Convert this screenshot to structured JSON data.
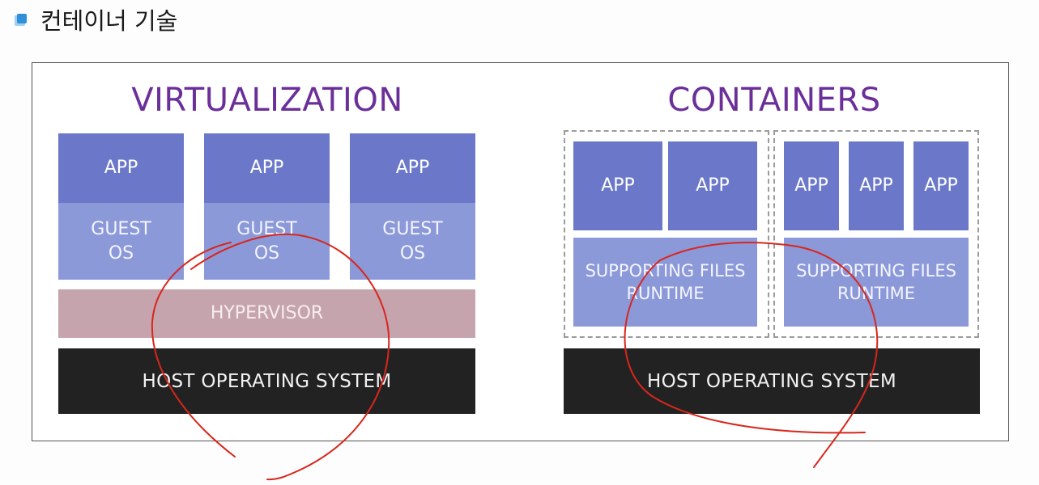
{
  "slide": {
    "title": "컨테이너 기술",
    "bullet_color": "#2f8fd8"
  },
  "virtualization": {
    "heading": "VIRTUALIZATION",
    "vms": [
      {
        "app": "APP",
        "os": "GUEST\nOS"
      },
      {
        "app": "APP",
        "os": "GUEST\nOS"
      },
      {
        "app": "APP",
        "os": "GUEST\nOS"
      }
    ],
    "hypervisor": "HYPERVISOR",
    "host": "HOST OPERATING SYSTEM"
  },
  "containers": {
    "heading": "CONTAINERS",
    "groups": [
      {
        "apps": [
          "APP",
          "APP"
        ],
        "support": "SUPPORTING FILES\nRUNTIME"
      },
      {
        "apps": [
          "APP",
          "APP",
          "APP"
        ],
        "support": "SUPPORTING FILES\nRUNTIME"
      }
    ],
    "host": "HOST OPERATING SYSTEM"
  },
  "colors": {
    "heading": "#6b2f9a",
    "app": "#6b78c9",
    "guest_os": "#8c99d9",
    "hypervisor": "#c6a4ad",
    "host": "#222222",
    "annotation": "#d8261c"
  }
}
